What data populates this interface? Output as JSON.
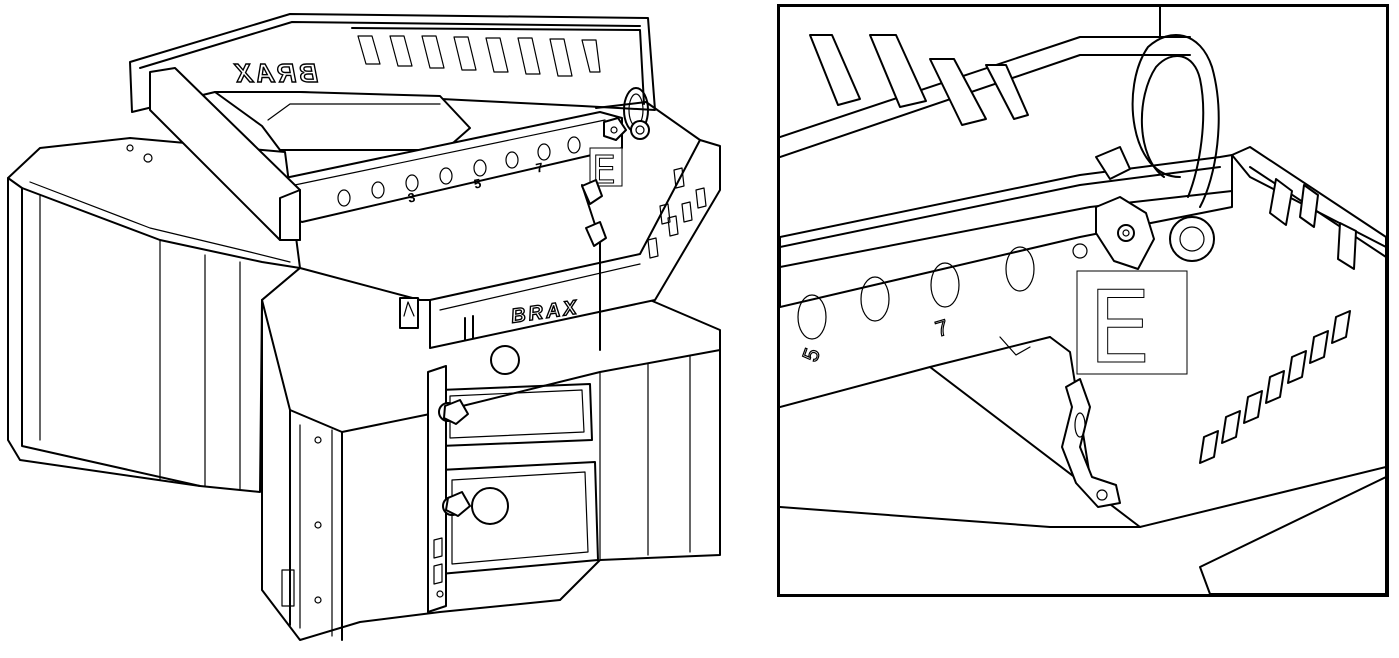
{
  "brand": {
    "top_mirrored": "BRAX",
    "front": "BRAX"
  },
  "hole_numbers": {
    "overview": [
      "3",
      "5",
      "7"
    ],
    "detail": [
      "5",
      "7"
    ]
  },
  "callout": {
    "overview": "E",
    "detail": "E"
  },
  "colors": {
    "line": "#000000",
    "background": "#ffffff"
  }
}
